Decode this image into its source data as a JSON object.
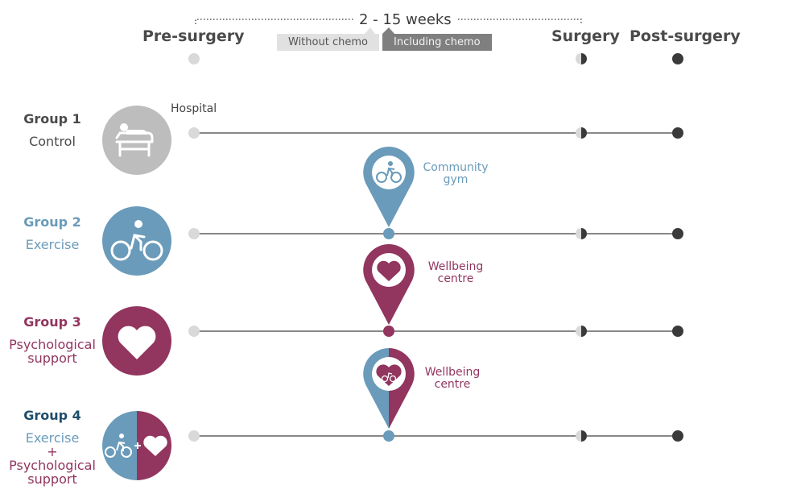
{
  "colors": {
    "grey_dot": "#d9d9d9",
    "dark_dot": "#3a3a3a",
    "control": "#bdbdbd",
    "exercise": "#6a9bba",
    "psych": "#92355f",
    "group4_title": "#1f4e6b",
    "phase_text": "#4a4a4a"
  },
  "header": {
    "phases": [
      "Pre-surgery",
      "Surgery",
      "Post-surgery"
    ],
    "duration": "2 - 15 weeks",
    "chemo_tags": [
      "Without chemo",
      "Including chemo"
    ]
  },
  "location_start": "Hospital",
  "groups": [
    {
      "title": "Group 1",
      "subtitle": [
        "Control"
      ],
      "icon": "hospital-bed-icon",
      "location": null
    },
    {
      "title": "Group 2",
      "subtitle": [
        "Exercise"
      ],
      "icon": "bicycle-icon",
      "location": [
        "Community",
        "gym"
      ]
    },
    {
      "title": "Group 3",
      "subtitle": [
        "Psychological",
        "support"
      ],
      "icon": "heart-icon",
      "location": [
        "Wellbeing",
        "centre"
      ]
    },
    {
      "title": "Group 4",
      "subtitle": [
        "Exercise",
        "+",
        "Psychological",
        "support"
      ],
      "icon": "bicycle-plus-heart-icon",
      "location": [
        "Wellbeing",
        "centre"
      ]
    }
  ]
}
